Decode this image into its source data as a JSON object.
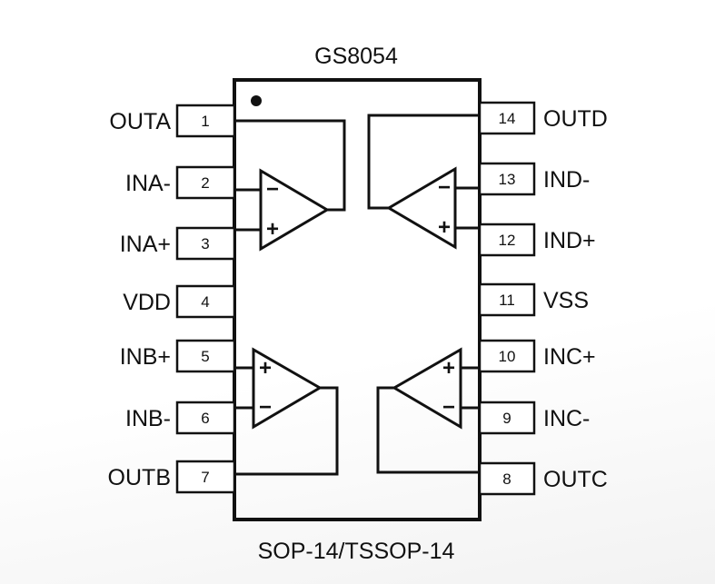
{
  "title": "GS8054",
  "package": "SOP-14/TSSOP-14",
  "colors": {
    "ink": "#111111",
    "background": "#ffffff"
  },
  "left_pins": [
    {
      "num": "1",
      "label": "OUTA"
    },
    {
      "num": "2",
      "label": "INA-"
    },
    {
      "num": "3",
      "label": "INA+"
    },
    {
      "num": "4",
      "label": "VDD"
    },
    {
      "num": "5",
      "label": "INB+"
    },
    {
      "num": "6",
      "label": "INB-"
    },
    {
      "num": "7",
      "label": "OUTB"
    }
  ],
  "right_pins": [
    {
      "num": "14",
      "label": "OUTD"
    },
    {
      "num": "13",
      "label": "IND-"
    },
    {
      "num": "12",
      "label": "IND+"
    },
    {
      "num": "11",
      "label": "VSS"
    },
    {
      "num": "10",
      "label": "INC+"
    },
    {
      "num": "9",
      "label": "INC-"
    },
    {
      "num": "8",
      "label": "OUTC"
    }
  ],
  "opamps": [
    {
      "id": "A",
      "signs": [
        "−",
        "+"
      ]
    },
    {
      "id": "B",
      "signs": [
        "+",
        "−"
      ]
    },
    {
      "id": "C",
      "signs": [
        "+",
        "−"
      ]
    },
    {
      "id": "D",
      "signs": [
        "−",
        "+"
      ]
    }
  ]
}
